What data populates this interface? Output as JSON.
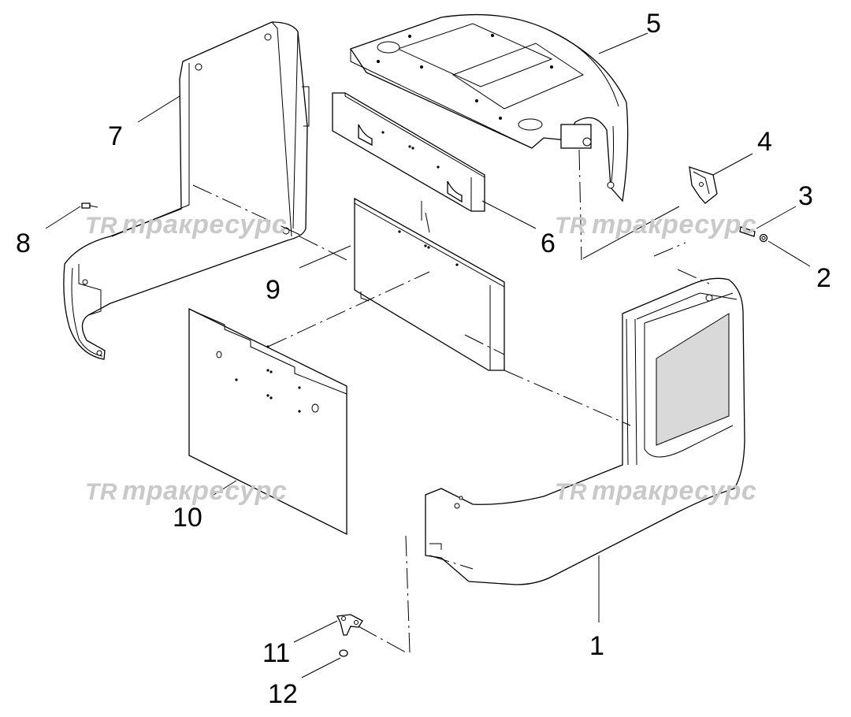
{
  "diagram": {
    "type": "exploded-parts-view",
    "callouts": [
      "1",
      "2",
      "3",
      "4",
      "5",
      "6",
      "7",
      "8",
      "9",
      "10",
      "11",
      "12"
    ],
    "watermark": {
      "logo": "TR",
      "text": "тракресурс"
    }
  }
}
